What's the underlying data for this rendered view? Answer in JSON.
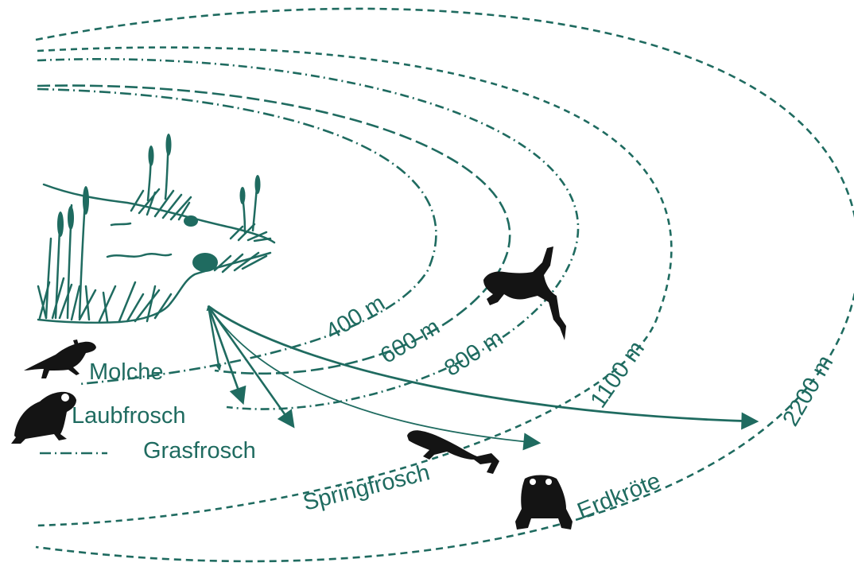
{
  "distances": [
    {
      "label": "400 m",
      "species": "Molche"
    },
    {
      "label": "600 m",
      "species": "Laubfrosch"
    },
    {
      "label": "800 m",
      "species": "Grasfrosch"
    },
    {
      "label": "1100 m",
      "species": "Springfrosch"
    },
    {
      "label": "2200 m",
      "species": "Erdkröte"
    }
  ],
  "species_labels": {
    "molche": "Molche",
    "laubfrosch": "Laubfrosch",
    "grasfrosch": "Grasfrosch",
    "springfrosch": "Springfrosch",
    "erdkroete": "Erdkröte"
  },
  "colors": {
    "accent": "#1f6b60",
    "animal": "#141414",
    "background": "#ffffff"
  },
  "icons": [
    "pond-icon",
    "newt-icon",
    "tree-frog-icon",
    "grass-frog-icon",
    "agile-frog-icon",
    "toad-icon"
  ]
}
